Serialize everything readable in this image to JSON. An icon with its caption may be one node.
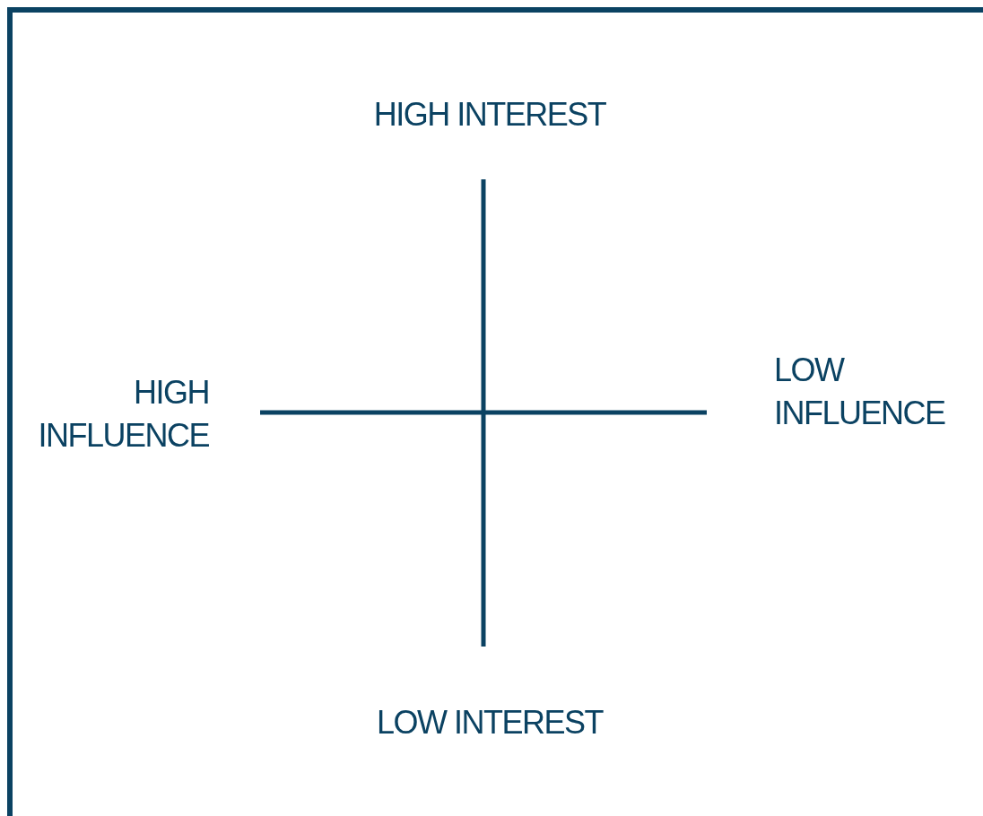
{
  "diagram": {
    "labels": [
      "HIGH INTEREST",
      "HIGH INFLUENCE",
      "LOW INFLUENCE",
      "LOW INTEREST"
    ]
  }
}
